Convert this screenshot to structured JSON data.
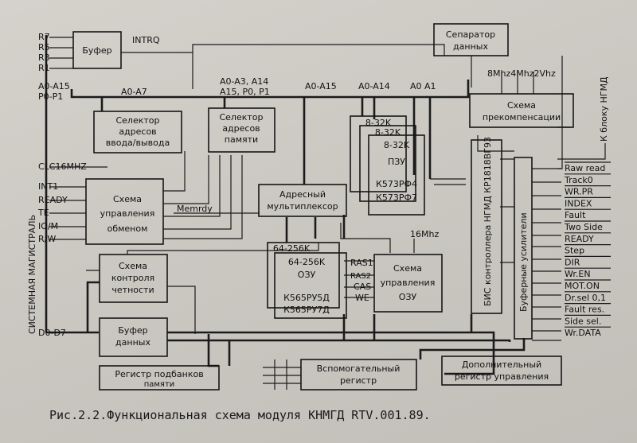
{
  "diagram": {
    "caption": "Рис.2.2.Функциональная схема модуля КНМГД RTV.001.89.",
    "bus_side_label": "СИСТЕМНАЯ МАГИСТРАЛЬ",
    "fdd_side_label": "К блоку НГМД",
    "blocks": {
      "buffer": "Буфер",
      "separator": [
        "Сепаратор",
        "данных"
      ],
      "precomp": [
        "Схема",
        "прекомпенсации"
      ],
      "io_selector": [
        "Селектор",
        "адресов",
        "ввода/вывода"
      ],
      "mem_selector": [
        "Селектор",
        "адресов",
        "памяти"
      ],
      "rom_back2": "8-32K",
      "rom_back1": "8-32K",
      "rom_front": [
        "8-32K",
        "ПЗУ",
        "К573РФ4",
        "К573РФ7"
      ],
      "exchange_ctrl": [
        "Схема",
        "управления",
        "обменом"
      ],
      "addr_mux": [
        "Адресный",
        "мультиплексор"
      ],
      "ram_back": "64-256K",
      "ram_front": [
        "64-256K",
        "ОЗУ",
        "К565РУ5Д",
        "К565РУ7Д"
      ],
      "ram_ctrl": [
        "Схема",
        "управления",
        "ОЗУ"
      ],
      "parity": [
        "Схема",
        "контроля",
        "четности"
      ],
      "data_buffer": [
        "Буфер",
        "данных"
      ],
      "subbank_reg": [
        "Регистр подбанков",
        "памяти"
      ],
      "aux_reg": [
        "Вспомогательный",
        "регистр"
      ],
      "extra_ctrl_reg": [
        "Дополнительный",
        "регистр управления"
      ],
      "fdc_chip": "БИС контроллера НГМД КР1818ВГ93",
      "bus_amps": "Буферные усилители"
    },
    "signals": {
      "r7": "R7",
      "r5": "R5",
      "r3": "R3",
      "r1": "R1",
      "intrq": "INTRQ",
      "a0_a15_left": "A0-A15",
      "p0_p1": "P0-P1",
      "a0_a7": "A0-A7",
      "a0_a3_a14": "A0-A3, A14",
      "a15_p0_p1": "A15, P0, P1",
      "a0_a15_mid": "A0-A15",
      "a0_a14": "A0-A14",
      "a0_a1": "A0  A1",
      "clc16": "CLC16MHZ",
      "int1": "INT1",
      "ready": "READY",
      "te": "TE",
      "io_m": "IO/M",
      "r_w": "R/W",
      "memrdy": "Memrdy",
      "d0_d7": "D0-D7",
      "clk16": "16Mhz",
      "freqs": "8Mhz4Mhz2Vhz",
      "ras1": "RAS1",
      "ras2": "RAS2",
      "cas": "CAS",
      "we": "WE"
    },
    "fdd_signals": [
      "Raw read",
      "Track0",
      "WR.PR",
      "INDEX",
      "Fault",
      "Two Side",
      "READY",
      "Step",
      "DIR",
      "Wr.EN",
      "MOT.ON",
      "Dr.sel 0,1",
      "Fault res.",
      "Side sel.",
      "Wr.DATA"
    ]
  }
}
